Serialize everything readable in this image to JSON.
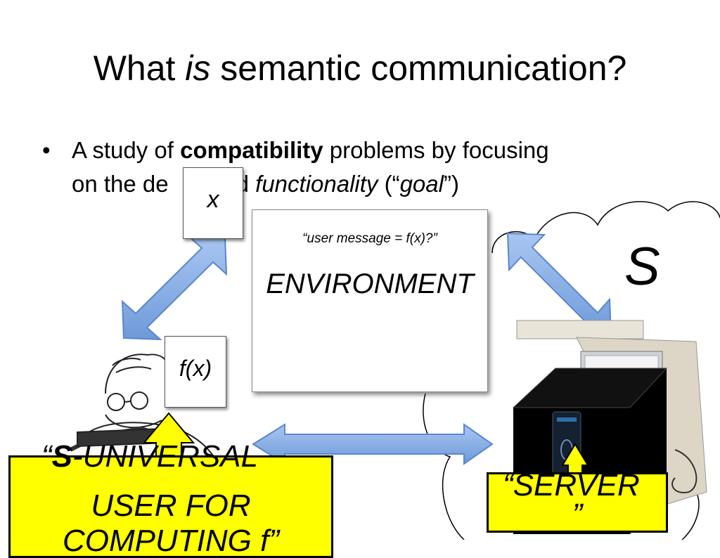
{
  "slide": {
    "title_prefix": "What ",
    "title_emph": "is",
    "title_suffix": " semantic communication?",
    "bullet_char": "•",
    "bullet_text_1": "A study of ",
    "bullet_bold": "compatibility",
    "bullet_text_2": " problems by focusing",
    "bullet_text_3": "on the de",
    "bullet_text_4": "d ",
    "bullet_emph": "functionality",
    "bullet_text_5": " (“",
    "bullet_goal": "goal",
    "bullet_text_6": "”)"
  },
  "notes": {
    "x_label": "x",
    "fx_label": "f(x)"
  },
  "environment": {
    "question": "“user message = f(x)?”",
    "label": "ENVIRONMENT"
  },
  "server_cloud": {
    "label": "S"
  },
  "user_box": {
    "open_quote": "“",
    "bold": "S",
    "rest": "-UNIVERSAL",
    "line2": "USER FOR",
    "line3": "COMPUTING f”"
  },
  "server_box": {
    "line1": "“SERVER",
    "line2": "”"
  },
  "colors": {
    "arrow_fill": "#7fa9e6",
    "arrow_stroke": "#4d79c7",
    "callout_yellow": "#ffff00"
  }
}
